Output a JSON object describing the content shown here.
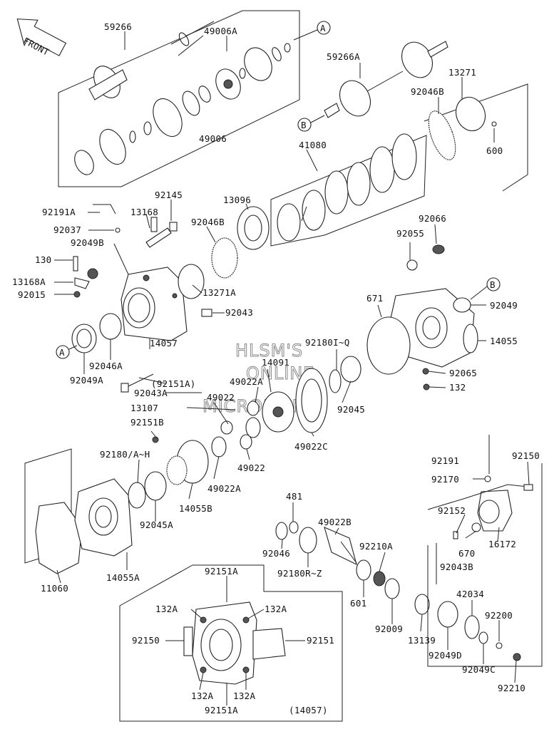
{
  "front_label": "FRONT",
  "watermark": [
    "HLSM'S",
    "ONLINE",
    "MICROFICHE"
  ],
  "callouts": {
    "a": "A",
    "b": "B"
  },
  "inset_caption": "(14057)",
  "labels": [
    {
      "id": "59266",
      "text": "59266"
    },
    {
      "id": "49006a",
      "text": "49006A"
    },
    {
      "id": "49006",
      "text": "49006"
    },
    {
      "id": "59266a",
      "text": "59266A"
    },
    {
      "id": "13271",
      "text": "13271"
    },
    {
      "id": "92046b_top",
      "text": "92046B"
    },
    {
      "id": "600",
      "text": "600"
    },
    {
      "id": "41080",
      "text": "41080"
    },
    {
      "id": "92191a",
      "text": "92191A"
    },
    {
      "id": "92145",
      "text": "92145"
    },
    {
      "id": "13168",
      "text": "13168"
    },
    {
      "id": "92046b",
      "text": "92046B"
    },
    {
      "id": "13096",
      "text": "13096"
    },
    {
      "id": "92037",
      "text": "92037"
    },
    {
      "id": "92049b",
      "text": "92049B"
    },
    {
      "id": "130",
      "text": "130"
    },
    {
      "id": "13168a",
      "text": "13168A"
    },
    {
      "id": "92015",
      "text": "92015"
    },
    {
      "id": "13271a",
      "text": "13271A"
    },
    {
      "id": "92043",
      "text": "92043"
    },
    {
      "id": "92066",
      "text": "92066"
    },
    {
      "id": "92055",
      "text": "92055"
    },
    {
      "id": "671",
      "text": "671"
    },
    {
      "id": "92049",
      "text": "92049"
    },
    {
      "id": "14055",
      "text": "14055"
    },
    {
      "id": "92046a",
      "text": "92046A"
    },
    {
      "id": "14057",
      "text": "14057"
    },
    {
      "id": "92049a",
      "text": "92049A"
    },
    {
      "id": "92151a_paren",
      "text": "(92151A)"
    },
    {
      "id": "92180i",
      "text": "92180I~Q"
    },
    {
      "id": "14091",
      "text": "14091"
    },
    {
      "id": "49022a_top",
      "text": "49022A"
    },
    {
      "id": "92065",
      "text": "92065"
    },
    {
      "id": "132",
      "text": "132"
    },
    {
      "id": "92043a",
      "text": "92043A"
    },
    {
      "id": "49022_top",
      "text": "49022"
    },
    {
      "id": "13107",
      "text": "13107"
    },
    {
      "id": "92045",
      "text": "92045"
    },
    {
      "id": "92151b",
      "text": "92151B"
    },
    {
      "id": "49022c",
      "text": "49022C"
    },
    {
      "id": "92180a",
      "text": "92180/A~H"
    },
    {
      "id": "49022",
      "text": "49022"
    },
    {
      "id": "49022a",
      "text": "49022A"
    },
    {
      "id": "14055b",
      "text": "14055B"
    },
    {
      "id": "92191",
      "text": "92191"
    },
    {
      "id": "92150_r",
      "text": "92150"
    },
    {
      "id": "92170",
      "text": "92170"
    },
    {
      "id": "92045a",
      "text": "92045A"
    },
    {
      "id": "481",
      "text": "481"
    },
    {
      "id": "49022b",
      "text": "49022B"
    },
    {
      "id": "92152",
      "text": "92152"
    },
    {
      "id": "14055a",
      "text": "14055A"
    },
    {
      "id": "92046",
      "text": "92046"
    },
    {
      "id": "92210a",
      "text": "92210A"
    },
    {
      "id": "670",
      "text": "670"
    },
    {
      "id": "16172",
      "text": "16172"
    },
    {
      "id": "11060",
      "text": "11060"
    },
    {
      "id": "92180r",
      "text": "92180R~Z"
    },
    {
      "id": "92043b",
      "text": "92043B"
    },
    {
      "id": "92151a_in_top",
      "text": "92151A"
    },
    {
      "id": "601",
      "text": "601"
    },
    {
      "id": "42034",
      "text": "42034"
    },
    {
      "id": "132a_tl",
      "text": "132A"
    },
    {
      "id": "132a_tr",
      "text": "132A"
    },
    {
      "id": "92009",
      "text": "92009"
    },
    {
      "id": "92200",
      "text": "92200"
    },
    {
      "id": "92150_in",
      "text": "92150"
    },
    {
      "id": "92151_in",
      "text": "92151"
    },
    {
      "id": "13139",
      "text": "13139"
    },
    {
      "id": "92049d",
      "text": "92049D"
    },
    {
      "id": "92049c",
      "text": "92049C"
    },
    {
      "id": "132a_bl",
      "text": "132A"
    },
    {
      "id": "132a_br",
      "text": "132A"
    },
    {
      "id": "92210",
      "text": "92210"
    },
    {
      "id": "92151a_in_bot",
      "text": "92151A"
    }
  ]
}
